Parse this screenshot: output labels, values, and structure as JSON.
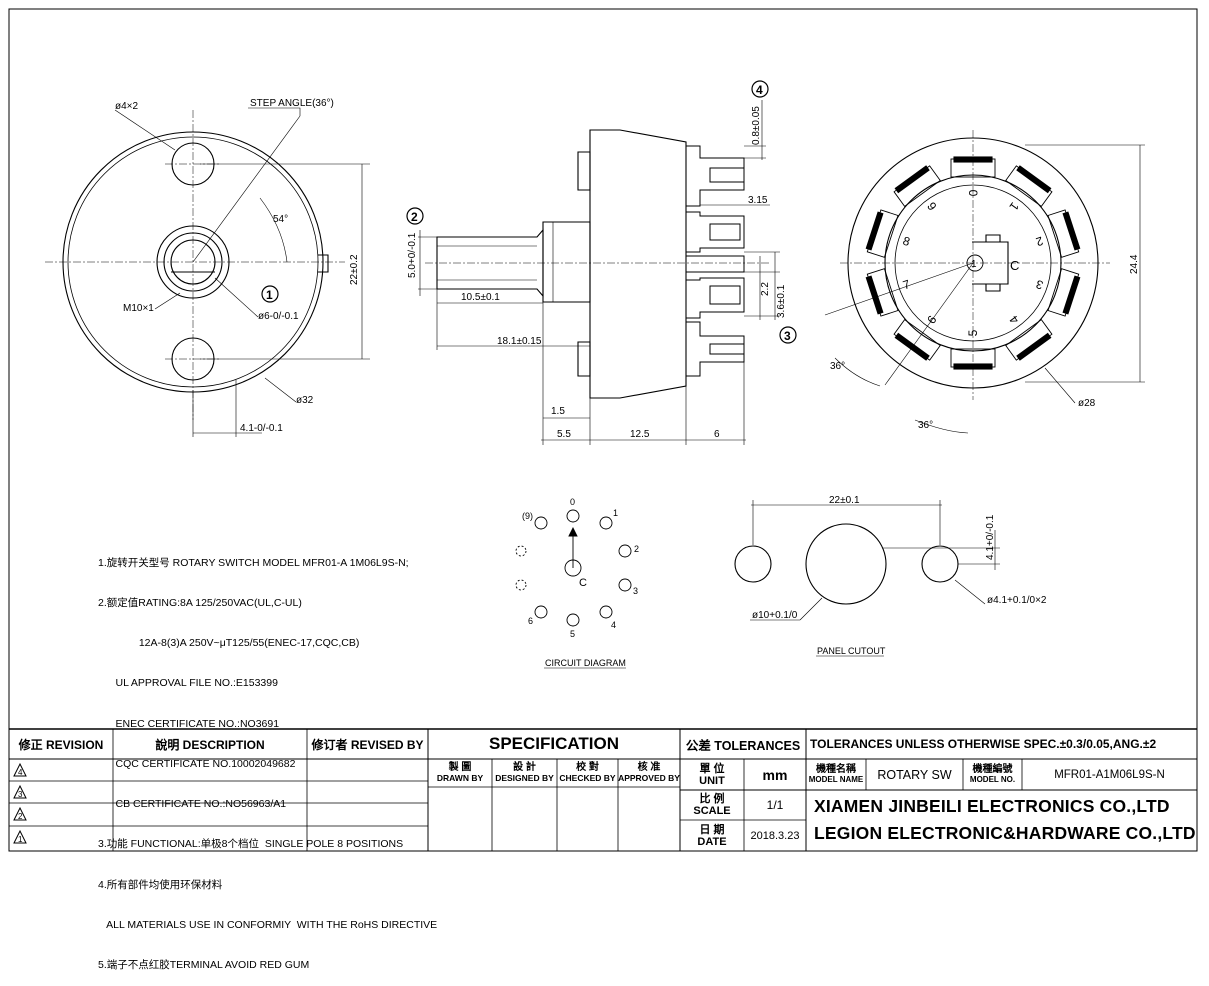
{
  "drawing": {
    "front_view": {
      "hole_dim": "ø4×2",
      "step_angle": "STEP ANGLE(36°)",
      "angle_54": "54°",
      "thread": "M10×1",
      "shaft_dia": "ø6-0/-0.1",
      "height_dim": "22±0.2",
      "outer_dia": "ø32",
      "offset_dim": "4.1-0/-0.1",
      "callout_1": "1"
    },
    "side_view": {
      "shaft_dia": "5.0+0/-0.1",
      "dim_10_5": "10.5±0.1",
      "dim_18_1": "18.1±0.15",
      "dim_1_5": "1.5",
      "dim_5_5": "5.5",
      "dim_12_5": "12.5",
      "dim_6": "6",
      "dim_0_8": "0.8±0.05",
      "dim_3_15": "3.15",
      "dim_2_2": "2.2",
      "dim_3_6": "3.6±0.1",
      "callout_2": "2",
      "callout_3": "3",
      "callout_4": "4"
    },
    "rear_view": {
      "angle_a": "36°",
      "angle_b": "36°",
      "dia_28": "ø28",
      "dim_24_4": "24.4",
      "center_c": "C",
      "center_1": "1",
      "terminals": [
        "0",
        "1",
        "2",
        "3",
        "4",
        "5",
        "6",
        "7",
        "8",
        "9"
      ]
    },
    "circuit": {
      "caption": "CIRCUIT DIAGRAM",
      "center": "C",
      "positions": [
        "0",
        "1",
        "2",
        "3",
        "4",
        "5",
        "6",
        "(9)"
      ]
    },
    "panel": {
      "caption": "PANEL CUTOUT",
      "dim_22": "22±0.1",
      "dim_4_1": "4.1+0/-0.1",
      "dia_10": "ø10+0.1/0",
      "dia_4_1": "ø4.1+0.1/0×2"
    }
  },
  "notes": [
    "1.旋转开关型号 ROTARY SWITCH MODEL MFR01-A 1M06L9S-N;",
    "2.额定值RATING:8A 125/250VAC(UL,C-UL)",
    "              12A-8(3)A 250V~μT125/55(ENEC-17,CQC,CB)",
    "      UL APPROVAL FILE NO.:E153399",
    "      ENEC CERTIFICATE NO.:NO3691",
    "      CQC CERTIFICATE NO.10002049682",
    "      CB CERTIFICATE NO.:NO56963/A1",
    "3.功能 FUNCTIONAL:单极8个档位  SINGLE POLE 8 POSITIONS",
    "4.所有部件均使用环保材料",
    "   ALL MATERIALS USE IN CONFORMIY  WITH THE RoHS DIRECTIVE",
    "5.端子不点红胶TERMINAL AVOID RED GUM"
  ],
  "titleblock": {
    "rev_header": "修正 REVISION",
    "desc_header": "說明 DESCRIPTION",
    "revised_by_header": "修订者 REVISED BY",
    "spec": "SPECIFICATION",
    "tolerances_label": "公差 TOLERANCES",
    "tolerances_value": "TOLERANCES UNLESS OTHERWISE SPEC.±0.3/0.05,ANG.±2",
    "drawn_by_cn": "製  圖",
    "drawn_by": "DRAWN BY",
    "designed_by_cn": "設  計",
    "designed_by": "DESIGNED BY",
    "checked_by_cn": "校  對",
    "checked_by": "CHECKED BY",
    "approved_by_cn": "核  准",
    "approved_by": "APPROVED BY",
    "unit_cn": "單 位",
    "unit_label": "UNIT",
    "unit_value": "mm",
    "model_name_cn": "機種名稱",
    "model_name_label": "MODEL NAME",
    "model_name_value": "ROTARY SW",
    "model_no_cn": "機種編號",
    "model_no_label": "MODEL NO.",
    "model_no_value": "MFR01-A1M06L9S-N",
    "scale_cn": "比 例",
    "scale_label": "SCALE",
    "scale_value": "1/1",
    "date_cn": "日 期",
    "date_label": "DATE",
    "date_value": "2018.3.23",
    "company_1": "XIAMEN JINBEILI ELECTRONICS CO.,LTD",
    "company_2": "LEGION ELECTRONIC&HARDWARE CO.,LTD",
    "revisions": [
      "4",
      "3",
      "2",
      "1"
    ]
  }
}
